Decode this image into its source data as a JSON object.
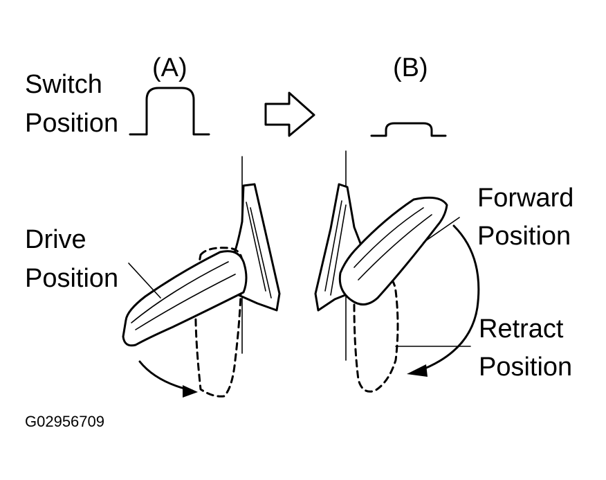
{
  "labels": {
    "state_a": "(A)",
    "state_b": "(B)",
    "switch_line1": "Switch",
    "switch_line2": "Position",
    "drive_line1": "Drive",
    "drive_line2": "Position",
    "forward_line1": "Forward",
    "forward_line2": "Position",
    "retract_line1": "Retract",
    "retract_line2": "Position",
    "figure_code": "G02956709"
  },
  "colors": {
    "ink": "#000000",
    "paper": "#ffffff"
  },
  "icons": {
    "transition": "right-arrow-outline-icon",
    "fold_direction": "curved-arrow-icon"
  }
}
